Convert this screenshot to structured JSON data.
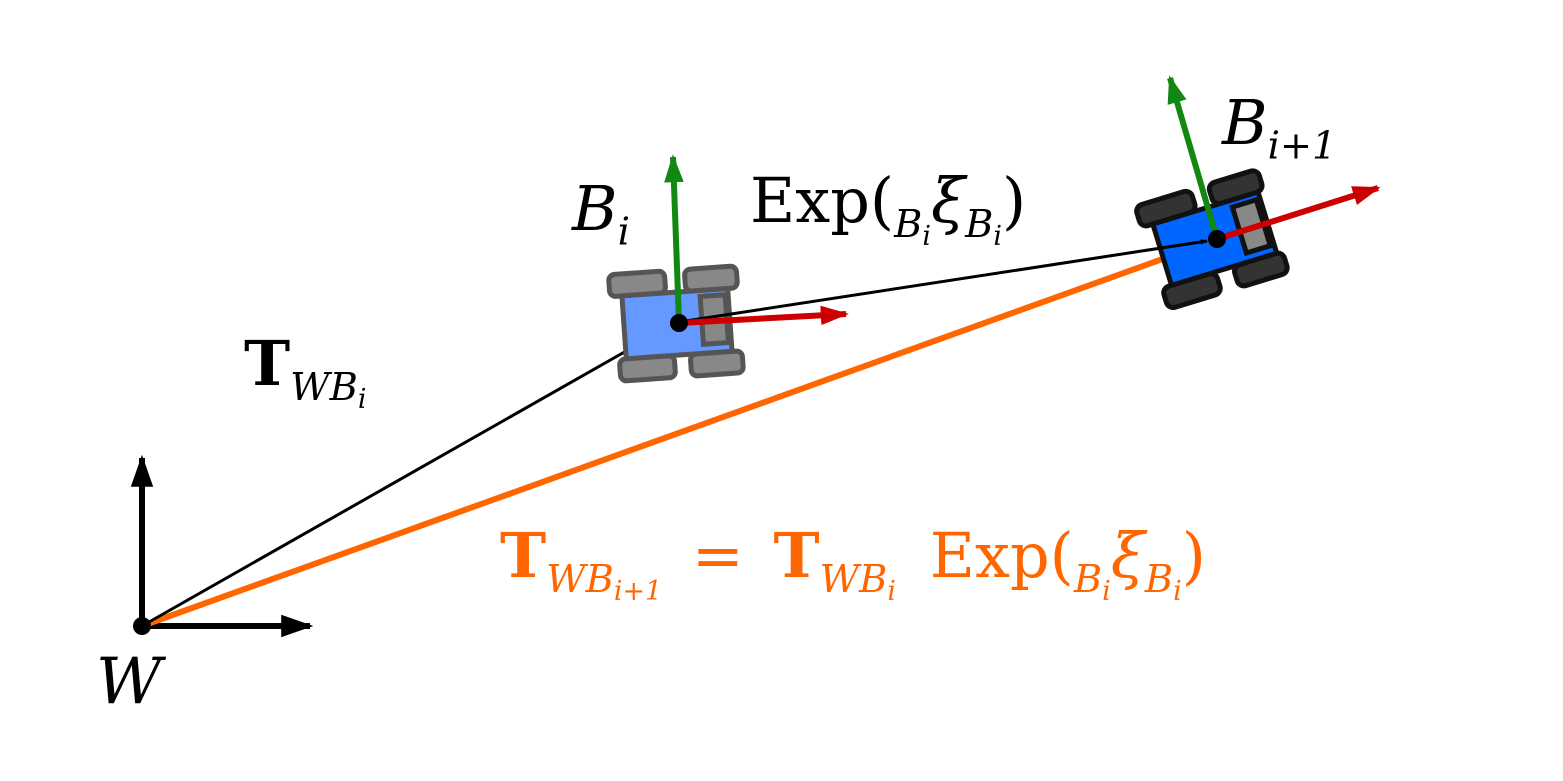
{
  "labels": {
    "world_frame": "W",
    "frame_i_main": "B",
    "frame_i_sub": "i",
    "frame_next_main": "B",
    "frame_next_sub": "i+1",
    "pose_T": "T",
    "pose_sub_W": "W",
    "pose_sub_B": "B",
    "pose_sub_i": "i",
    "exp_label": {
      "exp": "Exp",
      "open": "(",
      "pre_B": "B",
      "pre_i": "i",
      "xi": "ξ",
      "post_B": "B",
      "post_i": "i",
      "close": ")"
    },
    "equation": {
      "T1": "T",
      "T1_sub_W": "W",
      "T1_sub_B": "B",
      "T1_sub_idx": "i+1",
      "eq": "=",
      "T2": "T",
      "T2_sub_W": "W",
      "T2_sub_B": "B",
      "T2_sub_idx": "i",
      "exp": "Exp",
      "open": "(",
      "pre_B": "B",
      "pre_i": "i",
      "xi": "ξ",
      "post_B": "B",
      "post_i": "i",
      "close": ")"
    }
  },
  "colors": {
    "axis_x": "#cc0000",
    "axis_y": "#118811",
    "composite_arrow": "#ff6600",
    "robot_i_body": "#6699ff",
    "robot_i_wheels": "#888888",
    "robot_next_body": "#0066ff",
    "robot_next_wheels": "#333333",
    "black": "#000000"
  }
}
